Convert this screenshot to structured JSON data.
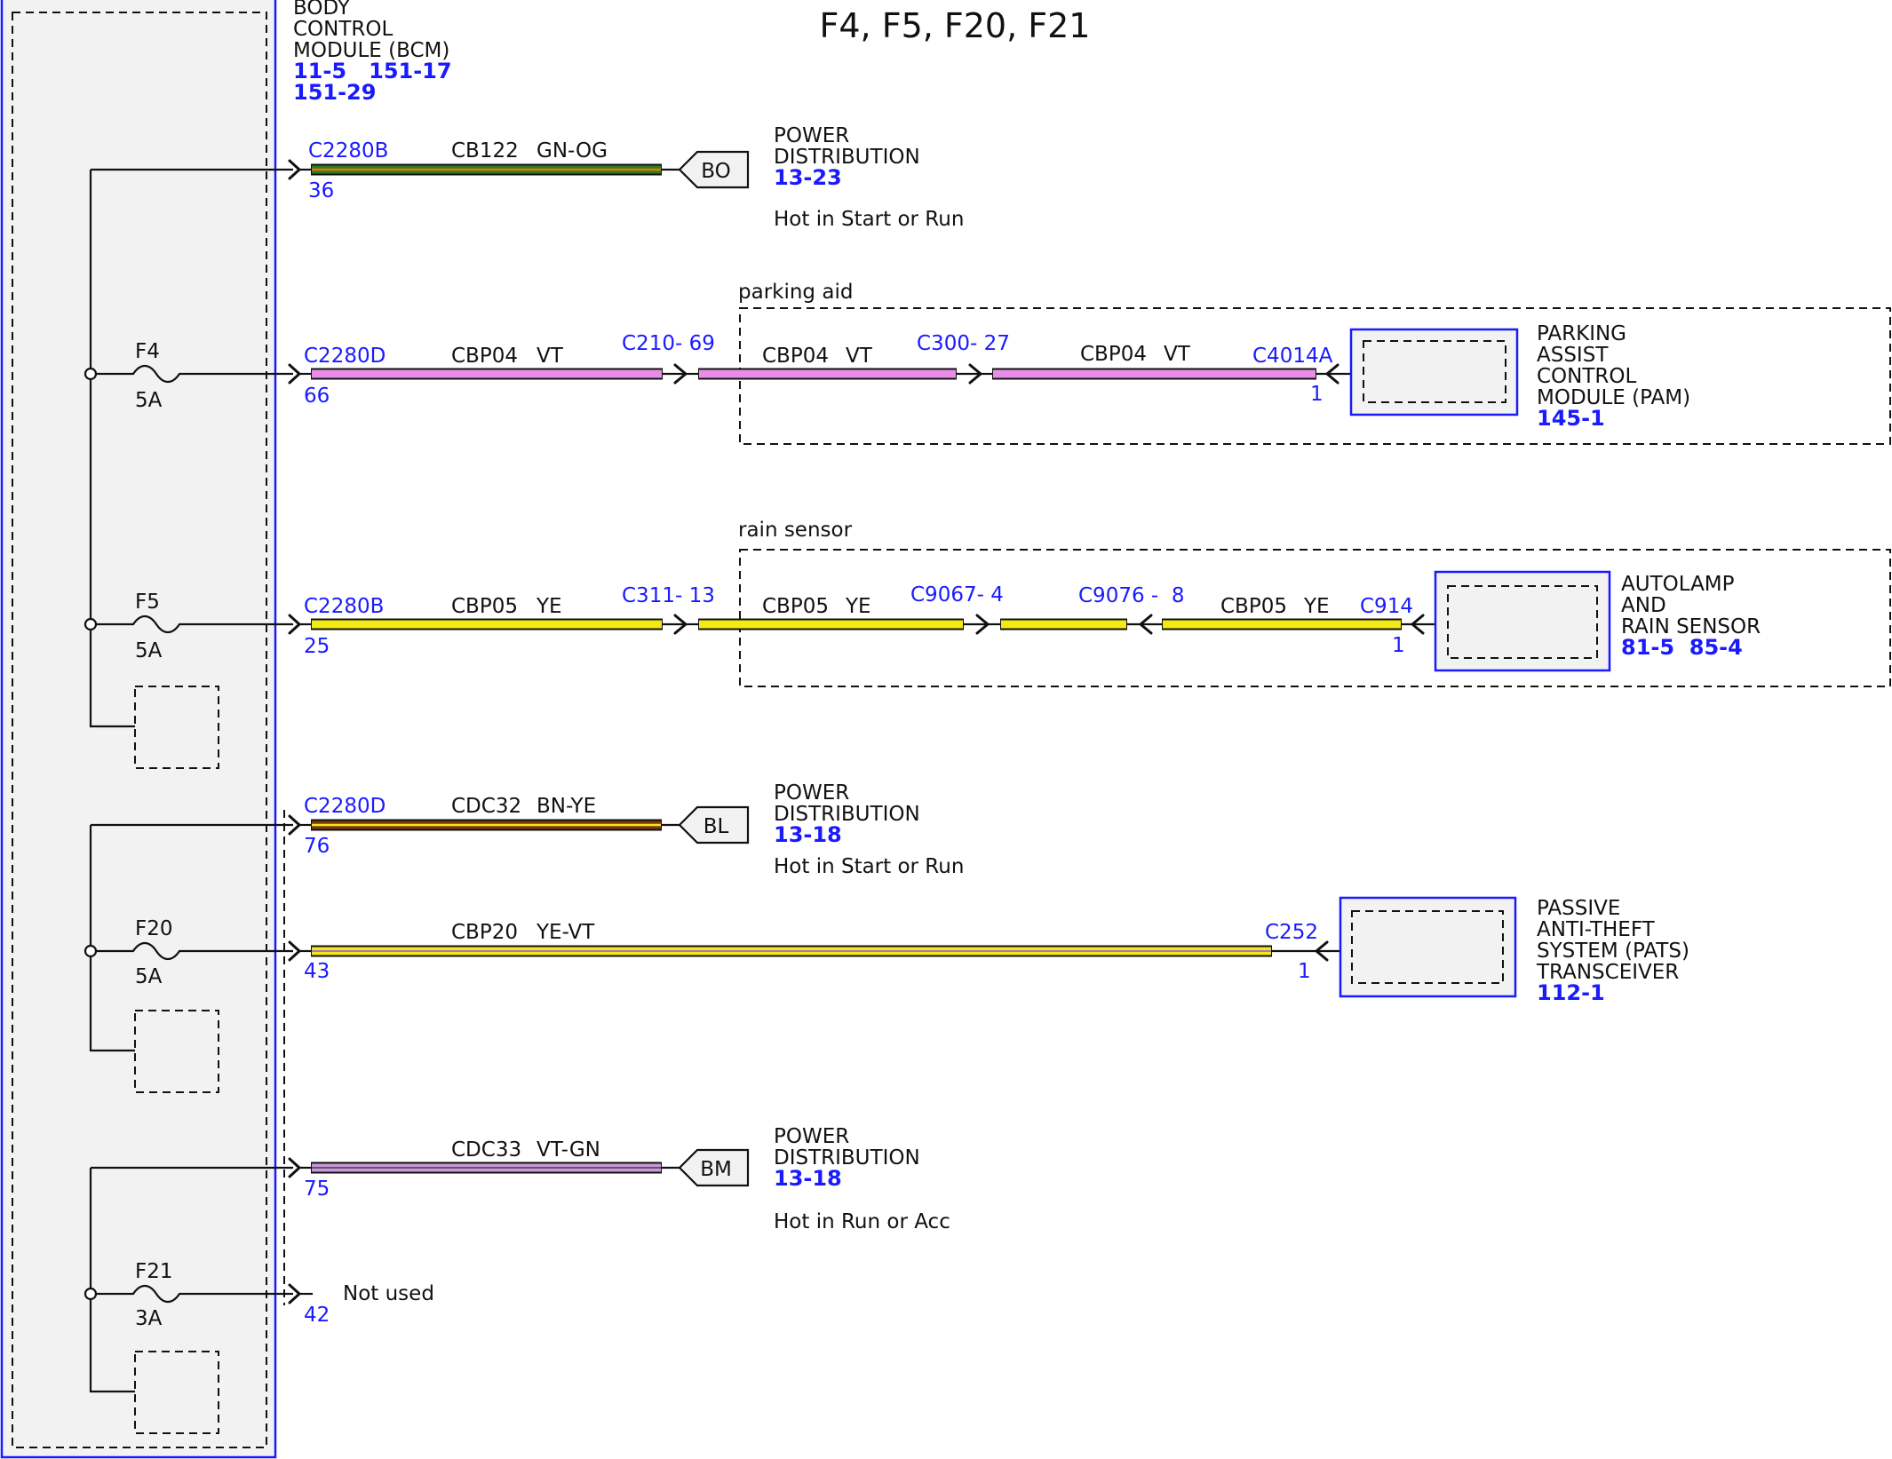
{
  "title": "F4, F5, F20, F21",
  "bcm": {
    "name_lines": [
      "BODY",
      "CONTROL",
      "MODULE (BCM)"
    ],
    "refs_line1": "11-5   151-17",
    "refs_line2": "151-29"
  },
  "fuses": {
    "f4": {
      "name": "F4",
      "rating": "5A"
    },
    "f5": {
      "name": "F5",
      "rating": "5A"
    },
    "f20": {
      "name": "F20",
      "rating": "5A"
    },
    "f21": {
      "name": "F21",
      "rating": "3A"
    }
  },
  "circuits": {
    "bo": {
      "connector": "C2280B",
      "pin": "36",
      "circuit": "CB122",
      "color": "GN-OG",
      "flag": "BO",
      "dest_lines": [
        "POWER",
        "DISTRIBUTION"
      ],
      "dest_ref": "13-23",
      "note": "Hot in Start or Run"
    },
    "parking": {
      "connector": "C2280D",
      "pin": "66",
      "seg1_circuit": "CBP04",
      "seg1_color": "VT",
      "inline1": "C210- 69",
      "seg2_circuit": "CBP04",
      "seg2_color": "VT",
      "inline2": "C300- 27",
      "seg3_circuit": "CBP04",
      "seg3_color": "VT",
      "end_connector": "C4014A",
      "end_pin": "1",
      "group_label": "parking aid",
      "module_lines": [
        "PARKING",
        "ASSIST",
        "CONTROL",
        "MODULE (PAM)"
      ],
      "module_ref": "145-1"
    },
    "rain": {
      "connector": "C2280B",
      "pin": "25",
      "seg1_circuit": "CBP05",
      "seg1_color": "YE",
      "inline1": "C311- 13",
      "seg2_circuit": "CBP05",
      "seg2_color": "YE",
      "inline2": "C9067- 4",
      "inline3": "C9076 -  8",
      "seg3_circuit": "CBP05",
      "seg3_color": "YE",
      "end_connector": "C914",
      "end_pin": "1",
      "group_label": "rain sensor",
      "module_lines": [
        "AUTOLAMP",
        "AND",
        "RAIN SENSOR"
      ],
      "module_ref": "81-5  85-4"
    },
    "bl": {
      "connector": "C2280D",
      "pin": "76",
      "circuit": "CDC32",
      "color": "BN-YE",
      "flag": "BL",
      "dest_lines": [
        "POWER",
        "DISTRIBUTION"
      ],
      "dest_ref": "13-18",
      "note": "Hot in Start or Run"
    },
    "pats": {
      "pin": "43",
      "circuit": "CBP20",
      "color": "YE-VT",
      "end_connector": "C252",
      "end_pin": "1",
      "module_lines": [
        "PASSIVE",
        "ANTI-THEFT",
        "SYSTEM (PATS)",
        "TRANSCEIVER"
      ],
      "module_ref": "112-1"
    },
    "bm": {
      "pin": "75",
      "circuit": "CDC33",
      "color": "VT-GN",
      "flag": "BM",
      "dest_lines": [
        "POWER",
        "DISTRIBUTION"
      ],
      "dest_ref": "13-18",
      "note": "Hot in Run or Acc"
    },
    "unused": {
      "pin": "42",
      "note": "Not used"
    }
  },
  "wire_colors": {
    "green": "#2e7d1e",
    "orange": "#e07a10",
    "violet": "#e88ee8",
    "yellow": "#f2ea14",
    "brown": "#7a3a10",
    "module_blue": "#1a1aff",
    "module_fill": "#f2f2f2"
  }
}
